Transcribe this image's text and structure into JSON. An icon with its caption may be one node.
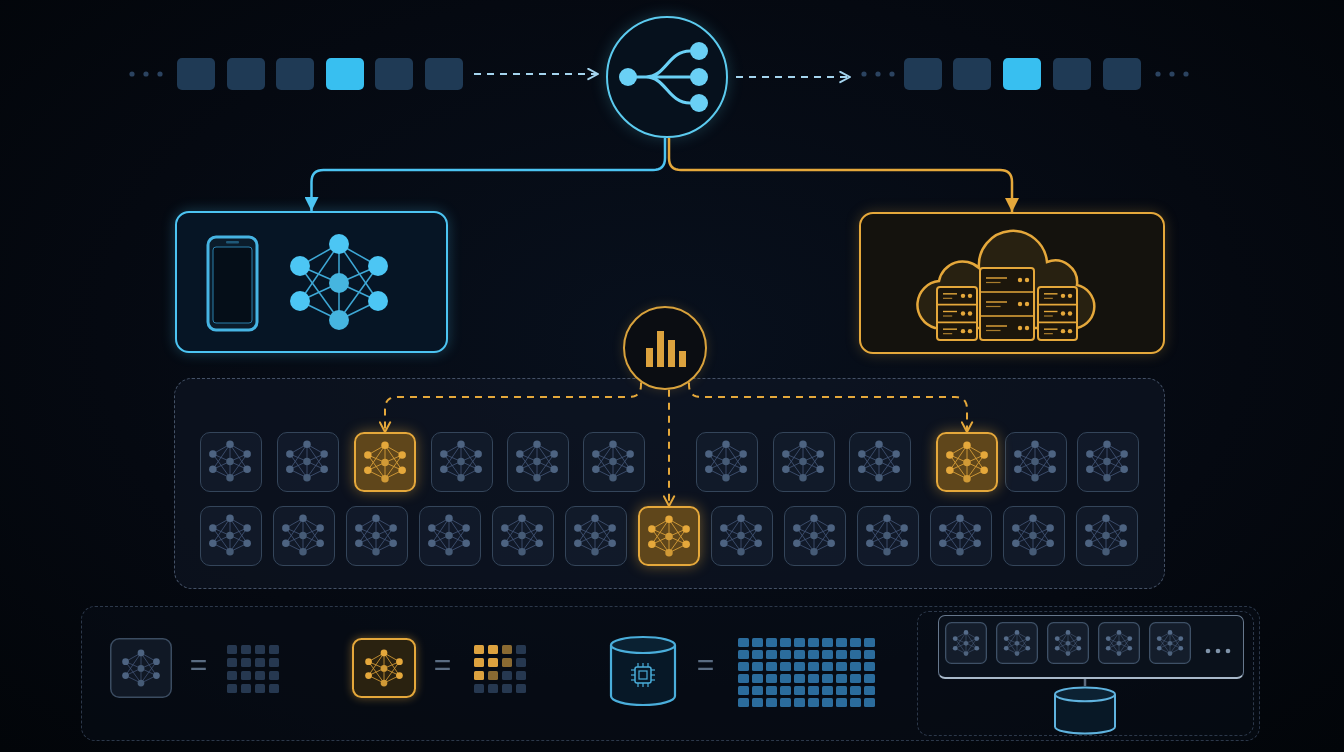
{
  "diagram": {
    "nodes": [
      {
        "text": [],
        "shape": "picture"
      },
      {
        "text": [],
        "shape": "circle"
      },
      {
        "text": [],
        "shape": "picture"
      },
      {
        "text": [],
        "shape": "box"
      },
      {
        "text": [],
        "shape": "box"
      },
      {
        "text": [],
        "shape": "circle"
      },
      {
        "text": [],
        "shape": "box"
      },
      {
        "text": [],
        "shape": "box",
        "in": 6
      },
      {
        "text": [],
        "shape": "box",
        "in": 6
      },
      {
        "text": [],
        "shape": "box",
        "in": 6
      },
      {
        "text": [],
        "shape": "box",
        "in": 6
      },
      {
        "text": [],
        "shape": "box",
        "in": 6
      },
      {
        "text": [],
        "shape": "box",
        "in": 6
      },
      {
        "text": [],
        "shape": "box",
        "in": 6
      },
      {
        "text": [],
        "shape": "box",
        "in": 6
      },
      {
        "text": [],
        "shape": "box",
        "in": 6
      },
      {
        "text": [],
        "shape": "box",
        "in": 6
      },
      {
        "text": [],
        "shape": "box",
        "in": 6
      },
      {
        "text": [],
        "shape": "box",
        "in": 6
      },
      {
        "text": [],
        "shape": "box",
        "in": 6
      },
      {
        "text": [],
        "shape": "box",
        "in": 6
      },
      {
        "text": [],
        "shape": "box",
        "in": 6
      },
      {
        "text": [],
        "shape": "box",
        "in": 6
      },
      {
        "text": [],
        "shape": "box",
        "in": 6
      },
      {
        "text": [],
        "shape": "box",
        "in": 6
      },
      {
        "text": [],
        "shape": "box",
        "in": 6
      },
      {
        "text": [],
        "shape": "box",
        "in": 6
      },
      {
        "text": [],
        "shape": "box",
        "in": 6
      },
      {
        "text": [],
        "shape": "box",
        "in": 6
      },
      {
        "text": [],
        "shape": "box",
        "in": 6
      },
      {
        "text": [],
        "shape": "box",
        "in": 6
      },
      {
        "text": [],
        "shape": "box",
        "in": 6
      },
      {
        "text": [],
        "shape": "box"
      },
      {
        "text": [],
        "shape": "box",
        "in": 32
      },
      {
        "text": [],
        "shape": "box",
        "in": 33
      },
      {
        "text": [],
        "shape": "cylinder",
        "in": 33
      }
    ],
    "edges": [
      {
        "from": 0,
        "to": 1,
        "arrow": "to",
        "style": "dashed",
        "color": "#a4d4ee"
      },
      {
        "from": 1,
        "to": 2,
        "arrow": "to",
        "style": "dashed",
        "color": "#a4d4ee"
      },
      {
        "from": 1,
        "to": 3,
        "arrow": "to",
        "color": "#4cc4f2"
      },
      {
        "from": 1,
        "to": 4,
        "arrow": "to"
      },
      {
        "from": 5,
        "to": 9,
        "arrow": "to",
        "style": "dashed"
      },
      {
        "from": 5,
        "to": 25,
        "arrow": "to",
        "style": "dashed"
      },
      {
        "from": 5,
        "to": 16,
        "arrow": "to",
        "style": "dashed"
      },
      {
        "from": 34,
        "to": 35,
        "arrow": "none",
        "color": "#5d6b7e"
      }
    ],
    "labels": [
      "=",
      "=",
      "="
    ]
  }
}
